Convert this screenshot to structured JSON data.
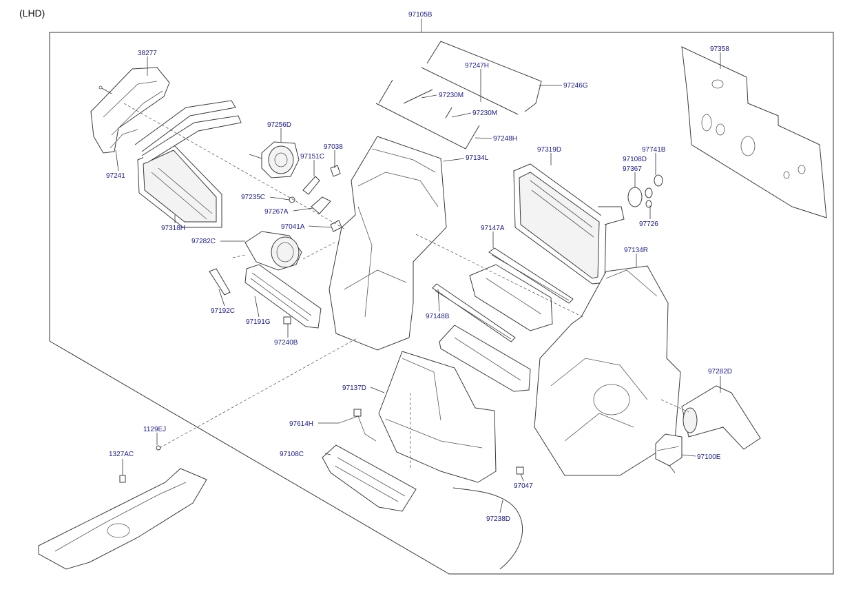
{
  "corner_label": "(LHD)",
  "labels": {
    "p97105B": "97105B",
    "p38277": "38277",
    "p97247H": "97247H",
    "p97246G": "97246G",
    "p97230M_a": "97230M",
    "p97230M_b": "97230M",
    "p97248H": "97248H",
    "p97358": "97358",
    "p97256D": "97256D",
    "p97038": "97038",
    "p97151C": "97151C",
    "p97134L": "97134L",
    "p97319D": "97319D",
    "p97741B": "97741B",
    "p97108D": "97108D",
    "p97367": "97367",
    "p97241": "97241",
    "p97235C": "97235C",
    "p97267A": "97267A",
    "p97318H": "97318H",
    "p97041A": "97041A",
    "p97726": "97726",
    "p97147A": "97147A",
    "p97282C": "97282C",
    "p97134R": "97134R",
    "p97192C": "97192C",
    "p97191G": "97191G",
    "p97148B": "97148B",
    "p97240B": "97240B",
    "p97282D": "97282D",
    "p97137D": "97137D",
    "p97614H": "97614H",
    "p1129EJ": "1129EJ",
    "p1327AC": "1327AC",
    "p97108C": "97108C",
    "p97100E": "97100E",
    "p97047": "97047",
    "p97238D": "97238D"
  }
}
